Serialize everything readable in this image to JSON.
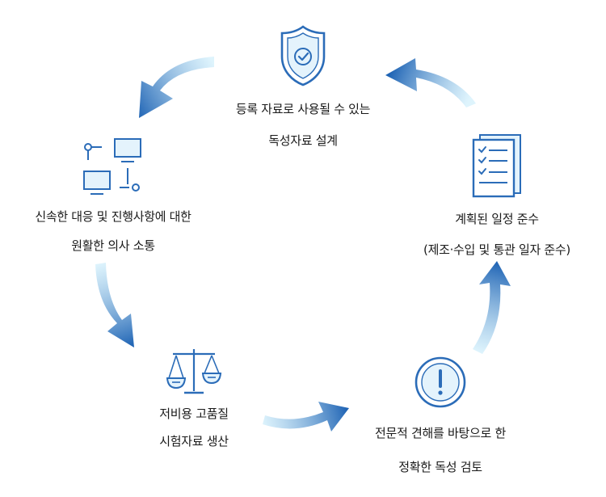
{
  "stages": [
    {
      "icon": "shield-check-icon",
      "line1": "등록 자료로 사용될 수 있는",
      "line2": "독성자료 설계"
    },
    {
      "icon": "network-monitors-icon",
      "line1": "신속한 대응 및 진행사항에 대한",
      "line2": "원활한 의사 소통"
    },
    {
      "icon": "checklist-document-icon",
      "line1": "계획된 일정 준수",
      "line2": "(제조·수입 및 통관 일자 준수)"
    },
    {
      "icon": "balance-scale-icon",
      "line1": "저비용 고품질",
      "line2": "시험자료 생산"
    },
    {
      "icon": "exclamation-circle-icon",
      "line1": "전문적 견해를 바탕으로 한",
      "line2": "정확한 독성 검토"
    }
  ],
  "colors": {
    "icon": "#2b6cb8",
    "arrow_dark": "#1e63b4",
    "arrow_light": "#c8ecfb"
  }
}
